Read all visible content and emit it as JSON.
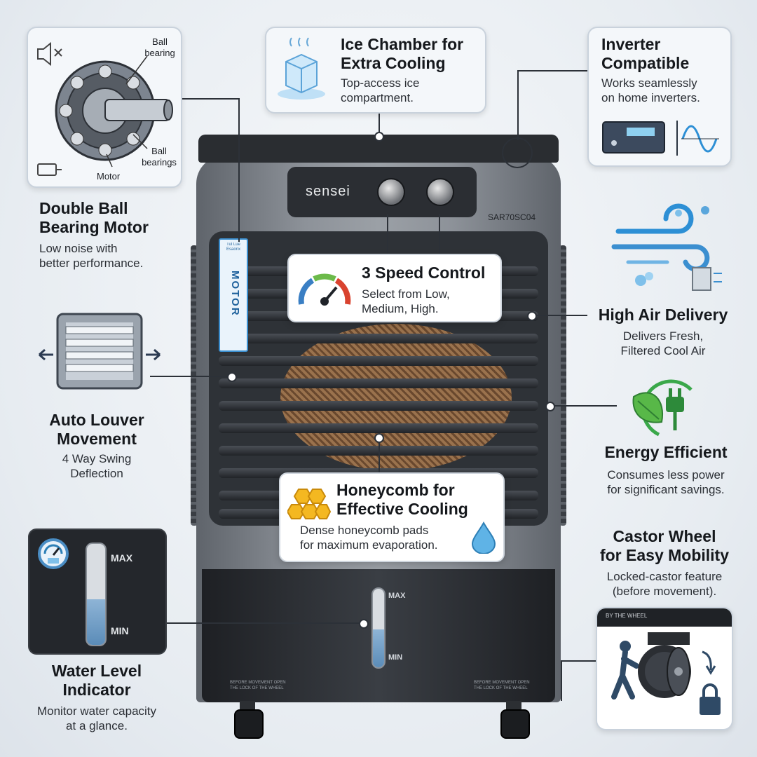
{
  "brand": "sensei",
  "model": "SAR70SC04",
  "motor_label": "MOTOR",
  "motor_tag_top": "Tul Lue Esaonx",
  "colors": {
    "background": "#e9eef3",
    "body_gray": "#8d9299",
    "body_dark": "#2a2d31",
    "accent_blue": "#2d8fd5",
    "energy_green": "#3aa84a"
  },
  "features": {
    "ball_bearing": {
      "title_line1": "Double Ball",
      "title_line2": "Bearing Motor",
      "desc_line1": "Low noise with",
      "desc_line2": "better performance.",
      "label_ball_bearing": "Ball bearing",
      "label_ball_bearings": "Ball bearings",
      "label_motor": "Motor",
      "icon": "mute-speaker-icon"
    },
    "ice_chamber": {
      "title_line1": "Ice Chamber for",
      "title_line2": "Extra Cooling",
      "desc_line1": "Top-access ice",
      "desc_line2": "compartment.",
      "icon": "ice-cube-icon"
    },
    "inverter": {
      "title_line1": "Inverter",
      "title_line2": "Compatible",
      "desc_line1": "Works seamlessly",
      "desc_line2": "on home inverters.",
      "icon": "inverter-device-icon"
    },
    "speed_control": {
      "title": "3 Speed Control",
      "desc_line1": "Select from Low,",
      "desc_line2": "Medium, High.",
      "icon": "speed-gauge-icon"
    },
    "air_delivery": {
      "title": "High Air Delivery",
      "desc_line1": "Delivers Fresh,",
      "desc_line2": "Filtered Cool Air",
      "icon": "air-wind-icon"
    },
    "louver": {
      "title_line1": "Auto Louver",
      "title_line2": "Movement",
      "desc_line1": "4 Way Swing",
      "desc_line2": "Deflection",
      "icon": "louver-icon"
    },
    "energy": {
      "title": "Energy Efficient",
      "desc_line1": "Consumes less power",
      "desc_line2": "for significant savings.",
      "icon": "leaf-plug-icon"
    },
    "honeycomb": {
      "title_line1": "Honeycomb for",
      "title_line2": "Effective Cooling",
      "desc_line1": "Dense honeycomb pads",
      "desc_line2": "for maximum evaporation.",
      "icon": "honeycomb-icon"
    },
    "castor": {
      "title_line1": "Castor Wheel",
      "title_line2": "for Easy Mobility",
      "desc_line1": "Locked-castor feature",
      "desc_line2": "(before movement).",
      "inset_label": "BY THE WHEEL",
      "icon": "castor-wheel-icon"
    },
    "water_level": {
      "title_line1": "Water Level",
      "title_line2": "Indicator",
      "desc_line1": "Monitor water capacity",
      "desc_line2": "at a glance.",
      "max": "MAX",
      "min": "MIN",
      "level": 0.45,
      "icon": "water-gauge-icon"
    }
  },
  "tank_notice_left_line1": "BEFORE MOVEMENT OPEN",
  "tank_notice_left_line2": "THE LOCK OF THE WHEEL",
  "tank_notice_right_line1": "BEFORE MOVEMENT OPEN",
  "tank_notice_right_line2": "THE LOCK OF THE WHEEL",
  "indicator_max": "MAX",
  "indicator_min": "MIN"
}
